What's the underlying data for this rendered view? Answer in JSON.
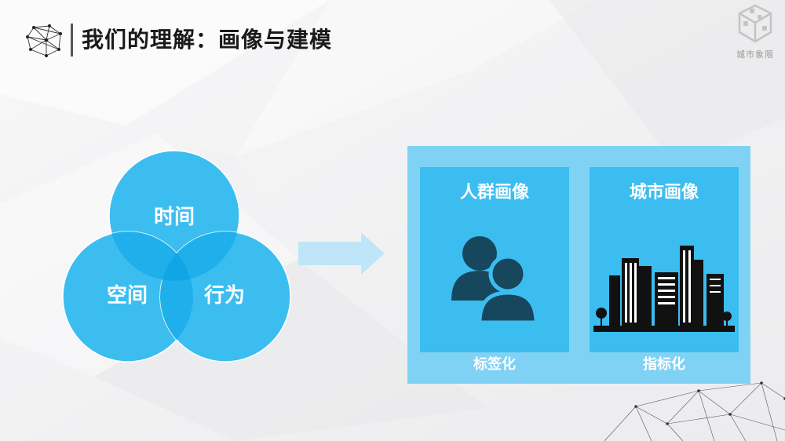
{
  "header": {
    "title": "我们的理解：画像与建模",
    "logo_icon": "network-polygon-icon"
  },
  "brand": {
    "name": "城市象限",
    "logo_icon": "cube-logo-icon"
  },
  "venn": {
    "colors": {
      "circle": "#3cbdf0",
      "overlap": "#14aaea"
    },
    "circles": [
      {
        "label": "时间"
      },
      {
        "label": "空间"
      },
      {
        "label": "行为"
      }
    ]
  },
  "arrow": {
    "color": "#bfe6f8",
    "icon": "right-arrow-icon"
  },
  "panel": {
    "color": "#7fd2f4",
    "cards": [
      {
        "title": "人群画像",
        "icon": "people-icon",
        "footer": "标签化",
        "color": "#3cbdf0"
      },
      {
        "title": "城市画像",
        "icon": "city-skyline-icon",
        "footer": "指标化",
        "color": "#3cbdf0"
      }
    ]
  }
}
